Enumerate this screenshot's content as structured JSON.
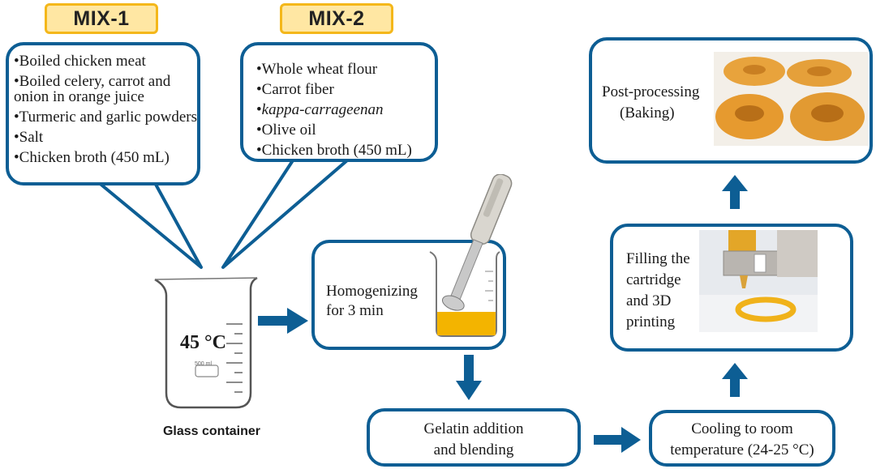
{
  "mix1": {
    "label": "MIX-1",
    "items": [
      "Boiled chicken meat",
      "Boiled celery, carrot and onion in orange juice",
      "Turmeric and garlic powders",
      "Salt",
      "Chicken broth (450 mL)"
    ]
  },
  "mix2": {
    "label": "MIX-2",
    "items": [
      "Whole wheat flour",
      "Carrot fiber",
      "kappa-carrageenan",
      "Olive oil",
      "Chicken broth (450 mL)"
    ]
  },
  "beaker": {
    "temperature": "45 °C",
    "volume_mark": "500 ml",
    "caption": "Glass container"
  },
  "steps": {
    "homogenizing_line1": "Homogenizing",
    "homogenizing_line2": "for 3 min",
    "gelatin_line1": "Gelatin addition",
    "gelatin_line2": "and blending",
    "cooling_line1": "Cooling to room",
    "cooling_line2": "temperature (24-25 °C)",
    "filling_line1": "Filling the",
    "filling_line2": "cartridge",
    "filling_line3": "and 3D",
    "filling_line4": "printing",
    "post_line1": "Post-processing",
    "post_line2": "(Baking)"
  },
  "colors": {
    "frame": "#0d5e94",
    "label_fill": "#ffe7a3",
    "label_border": "#f4b71a",
    "food": "#f3b400"
  }
}
